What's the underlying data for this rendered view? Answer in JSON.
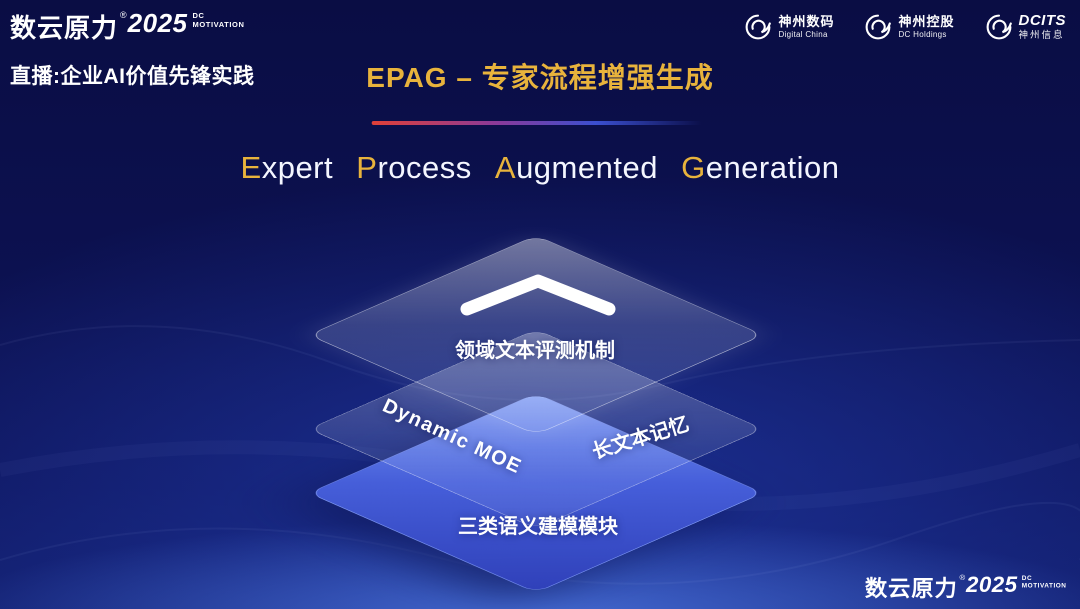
{
  "brand": {
    "name": "数云原力",
    "reg": "®",
    "year": "2025",
    "sub_line1": "DC",
    "sub_line2": "MOTIVATION"
  },
  "header": {
    "live_label": "直播:企业AI价值先锋实践",
    "title": "EPAG – 专家流程增强生成",
    "subtitle_words": [
      {
        "cap": "E",
        "rest": "xpert"
      },
      {
        "cap": "P",
        "rest": "rocess"
      },
      {
        "cap": "A",
        "rest": "ugmented"
      },
      {
        "cap": "G",
        "rest": "eneration"
      }
    ]
  },
  "partners": [
    {
      "name": "神州数码",
      "sub": "Digital China"
    },
    {
      "name": "神州控股",
      "sub": "DC Holdings"
    },
    {
      "name": "DCITS",
      "sub": "神州信息"
    }
  ],
  "diagram": {
    "top_layer_label": "领域文本评测机制",
    "middle_layer_label_left": "Dynamic MOE",
    "middle_layer_label_right": "长文本记忆",
    "bottom_layer_label": "三类语义建模模块"
  },
  "colors": {
    "accent_gold": "#e8b33c",
    "underline_red": "#e04038",
    "underline_blue": "#3b4fd0",
    "layer_blue": "#4861de",
    "background_navy": "#0c1150"
  }
}
